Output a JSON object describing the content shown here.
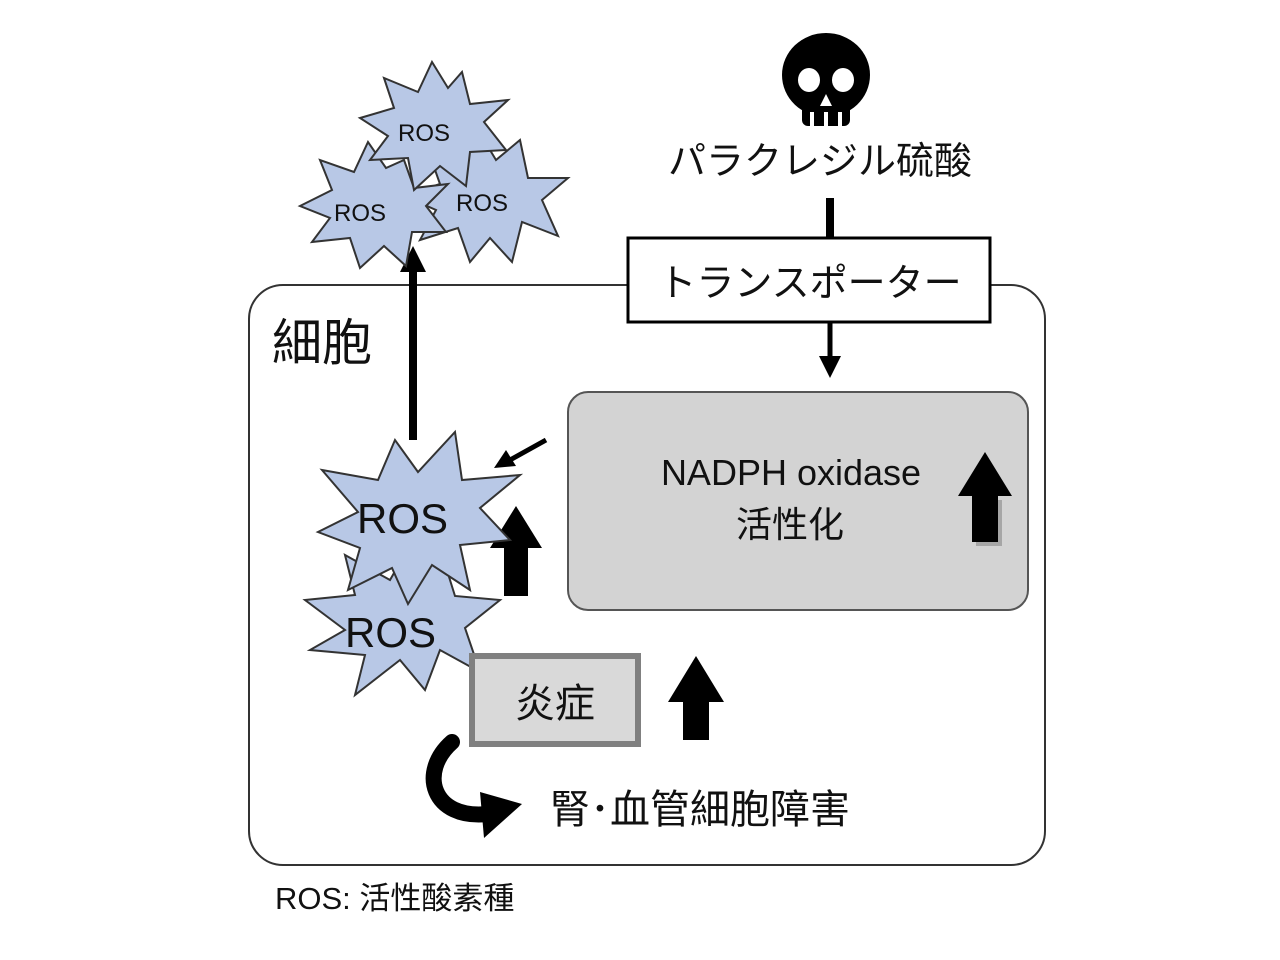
{
  "cell": {
    "label": "細胞"
  },
  "toxin": {
    "name": "パラクレジル硫酸",
    "icon": "skull-icon"
  },
  "transporter": {
    "label": "トランスポーター"
  },
  "enzyme": {
    "name": "NADPH oxidase",
    "state": "活性化"
  },
  "inflammation": {
    "label": "炎症"
  },
  "damage": {
    "label": "腎･血管細胞障害"
  },
  "ros": {
    "label": "ROS",
    "color": "#b8c8e6",
    "outside_count": 3,
    "inside_count": 2
  },
  "footnote": "ROS: 活性酸素種",
  "colors": {
    "enzyme_fill": "#d3d3d3",
    "inflammation_fill": "#d9d9d9",
    "inflammation_border": "#808080",
    "outline": "#333333"
  }
}
